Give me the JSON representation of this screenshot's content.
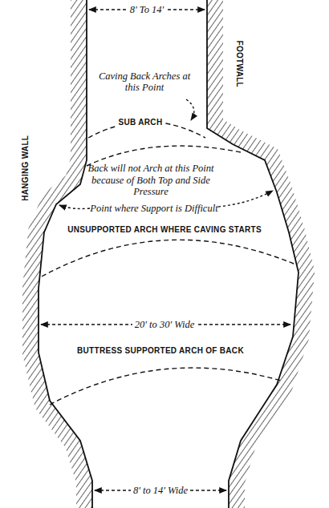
{
  "diagram": {
    "labels": [
      "8' To 14'",
      "Caving Back Arches at this Point",
      "SUB ARCH",
      "Back will not Arch at this Point because of Both Top and Side Pressure",
      "Point where Support is Difficult",
      "UNSUPPORTED ARCH WHERE CAVING STARTS",
      "20' to 30' Wide",
      "BUTTRESS SUPPORTED ARCH OF BACK",
      "8' to 14' Wide",
      "HANGING WALL",
      "FOOTWALL"
    ]
  }
}
